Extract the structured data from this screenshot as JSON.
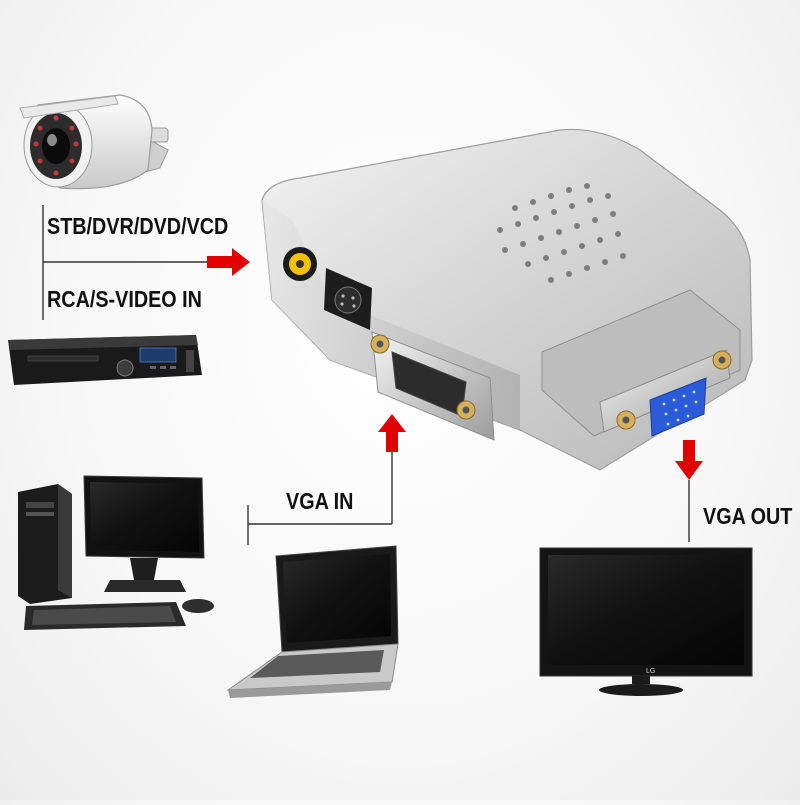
{
  "inputs": {
    "av_line1": "STB/DVR/DVD/VCD",
    "av_line2": "RCA/S-VIDEO IN",
    "vga_in": "VGA IN"
  },
  "outputs": {
    "vga_out": "VGA OUT"
  },
  "devices": {
    "tv_brand": "LG"
  },
  "colors": {
    "arrow": "#e00000",
    "converter_body": "#c8c8c8",
    "vga_port": "#2a5bd8",
    "rca_port": "#f2c200"
  },
  "icons": [
    "cctv-camera-icon",
    "dvd-player-icon",
    "desktop-computer-icon",
    "laptop-icon",
    "lcd-monitor-icon",
    "vga-converter-box-icon"
  ]
}
